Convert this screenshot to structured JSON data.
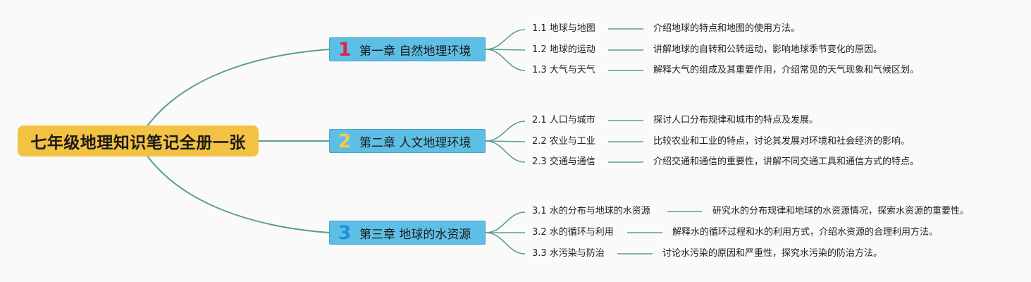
{
  "root": {
    "title": "七年级地理知识笔记全册一张"
  },
  "chapters": [
    {
      "number": "1",
      "title": "第一章 自然地理环境",
      "number_color": "#d9294b",
      "sections": [
        {
          "label": "1.1 地球与地图",
          "desc": "介绍地球的特点和地图的使用方法。"
        },
        {
          "label": "1.2 地球的运动",
          "desc": "讲解地球的自转和公转运动，影响地球季节变化的原因。"
        },
        {
          "label": "1.3 大气与天气",
          "desc": "解释大气的组成及其重要作用，介绍常见的天气现象和气候区划。"
        }
      ]
    },
    {
      "number": "2",
      "title": "第二章 人文地理环境",
      "number_color": "#f2c94c",
      "sections": [
        {
          "label": "2.1 人口与城市",
          "desc": "探讨人口分布规律和城市的特点及发展。"
        },
        {
          "label": "2.2 农业与工业",
          "desc": "比较农业和工业的特点，讨论其发展对环境和社会经济的影响。"
        },
        {
          "label": "2.3 交通与通信",
          "desc": "介绍交通和通信的重要性，讲解不同交通工具和通信方式的特点。"
        }
      ]
    },
    {
      "number": "3",
      "title": "第三章 地球的水资源",
      "number_color": "#1e90e0",
      "sections": [
        {
          "label": "3.1 水的分布与地球的水资源",
          "desc": "研究水的分布规律和地球的水资源情况，探索水资源的重要性。"
        },
        {
          "label": "3.2 水的循环与利用",
          "desc": "解释水的循环过程和水的利用方式，介绍水资源的合理利用方法。"
        },
        {
          "label": "3.3 水污染与防治",
          "desc": "讨论水污染的原因和严重性，探究水污染的防治方法。"
        }
      ]
    }
  ],
  "colors": {
    "connector": "#5b9e8c",
    "root_fill": "#f4c243",
    "chapter_fill": "#5ebfe6"
  }
}
